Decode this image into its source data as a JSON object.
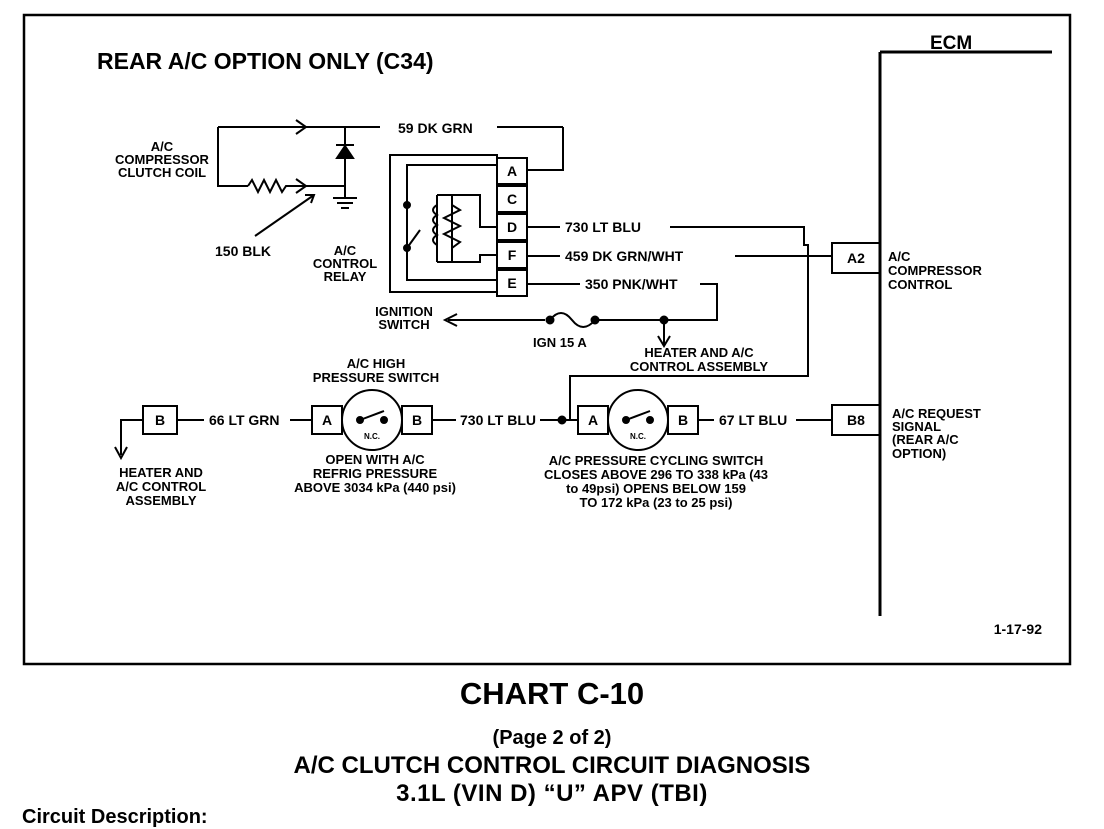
{
  "diagram": {
    "header": "REAR A/C OPTION ONLY (C34)",
    "ecm_label": "ECM",
    "compressor_coil_label": [
      "A/C",
      "COMPRESSOR",
      "CLUTCH COIL"
    ],
    "wire_59": "59 DK GRN",
    "wire_150": "150 BLK",
    "relay_label": [
      "A/C",
      "CONTROL",
      "RELAY"
    ],
    "relay_pins": [
      "A",
      "C",
      "D",
      "F",
      "E"
    ],
    "wire_730_top": "730 LT BLU",
    "wire_459": "459 DK GRN/WHT",
    "wire_350": "350 PNK/WHT",
    "ecm_pin_a2": "A2",
    "ecm_a2_label": [
      "A/C",
      "COMPRESSOR",
      "CONTROL"
    ],
    "ignition_label": [
      "IGNITION",
      "SWITCH"
    ],
    "fuse_label": "IGN 15 A",
    "hvac_top_label": [
      "HEATER AND A/C",
      "CONTROL ASSEMBLY"
    ],
    "high_switch_title": [
      "A/C HIGH",
      "PRESSURE SWITCH"
    ],
    "high_switch_desc": [
      "OPEN WITH A/C",
      "REFRIG PRESSURE",
      "ABOVE 3034 kPa (440 psi)"
    ],
    "left_connector": "B",
    "wire_66": "66 LT GRN",
    "hvac_bottom_label": [
      "HEATER AND",
      "A/C CONTROL",
      "ASSEMBLY"
    ],
    "switch_pin_a": "A",
    "switch_pin_b": "B",
    "switch_nc": "N.C.",
    "wire_730_bottom": "730 LT BLU",
    "wire_67": "67 LT BLU",
    "cycling_switch_desc": [
      "A/C PRESSURE CYCLING SWITCH",
      "CLOSES ABOVE 296 TO 338 kPa (43",
      "to 49psi) OPENS BELOW 159",
      "TO 172 kPa (23 to 25 psi)"
    ],
    "ecm_pin_b8": "B8",
    "ecm_b8_label": [
      "A/C REQUEST",
      "SIGNAL",
      "(REAR A/C",
      "OPTION)"
    ],
    "date_code": "1-17-92"
  },
  "caption": {
    "title": "CHART C-10",
    "page": "(Page 2 of 2)",
    "subtitle": "A/C CLUTCH CONTROL CIRCUIT DIAGNOSIS",
    "vehicle": "3.1L  (VIN D)  “U”  APV  (TBI)",
    "section": "Circuit Description:"
  }
}
